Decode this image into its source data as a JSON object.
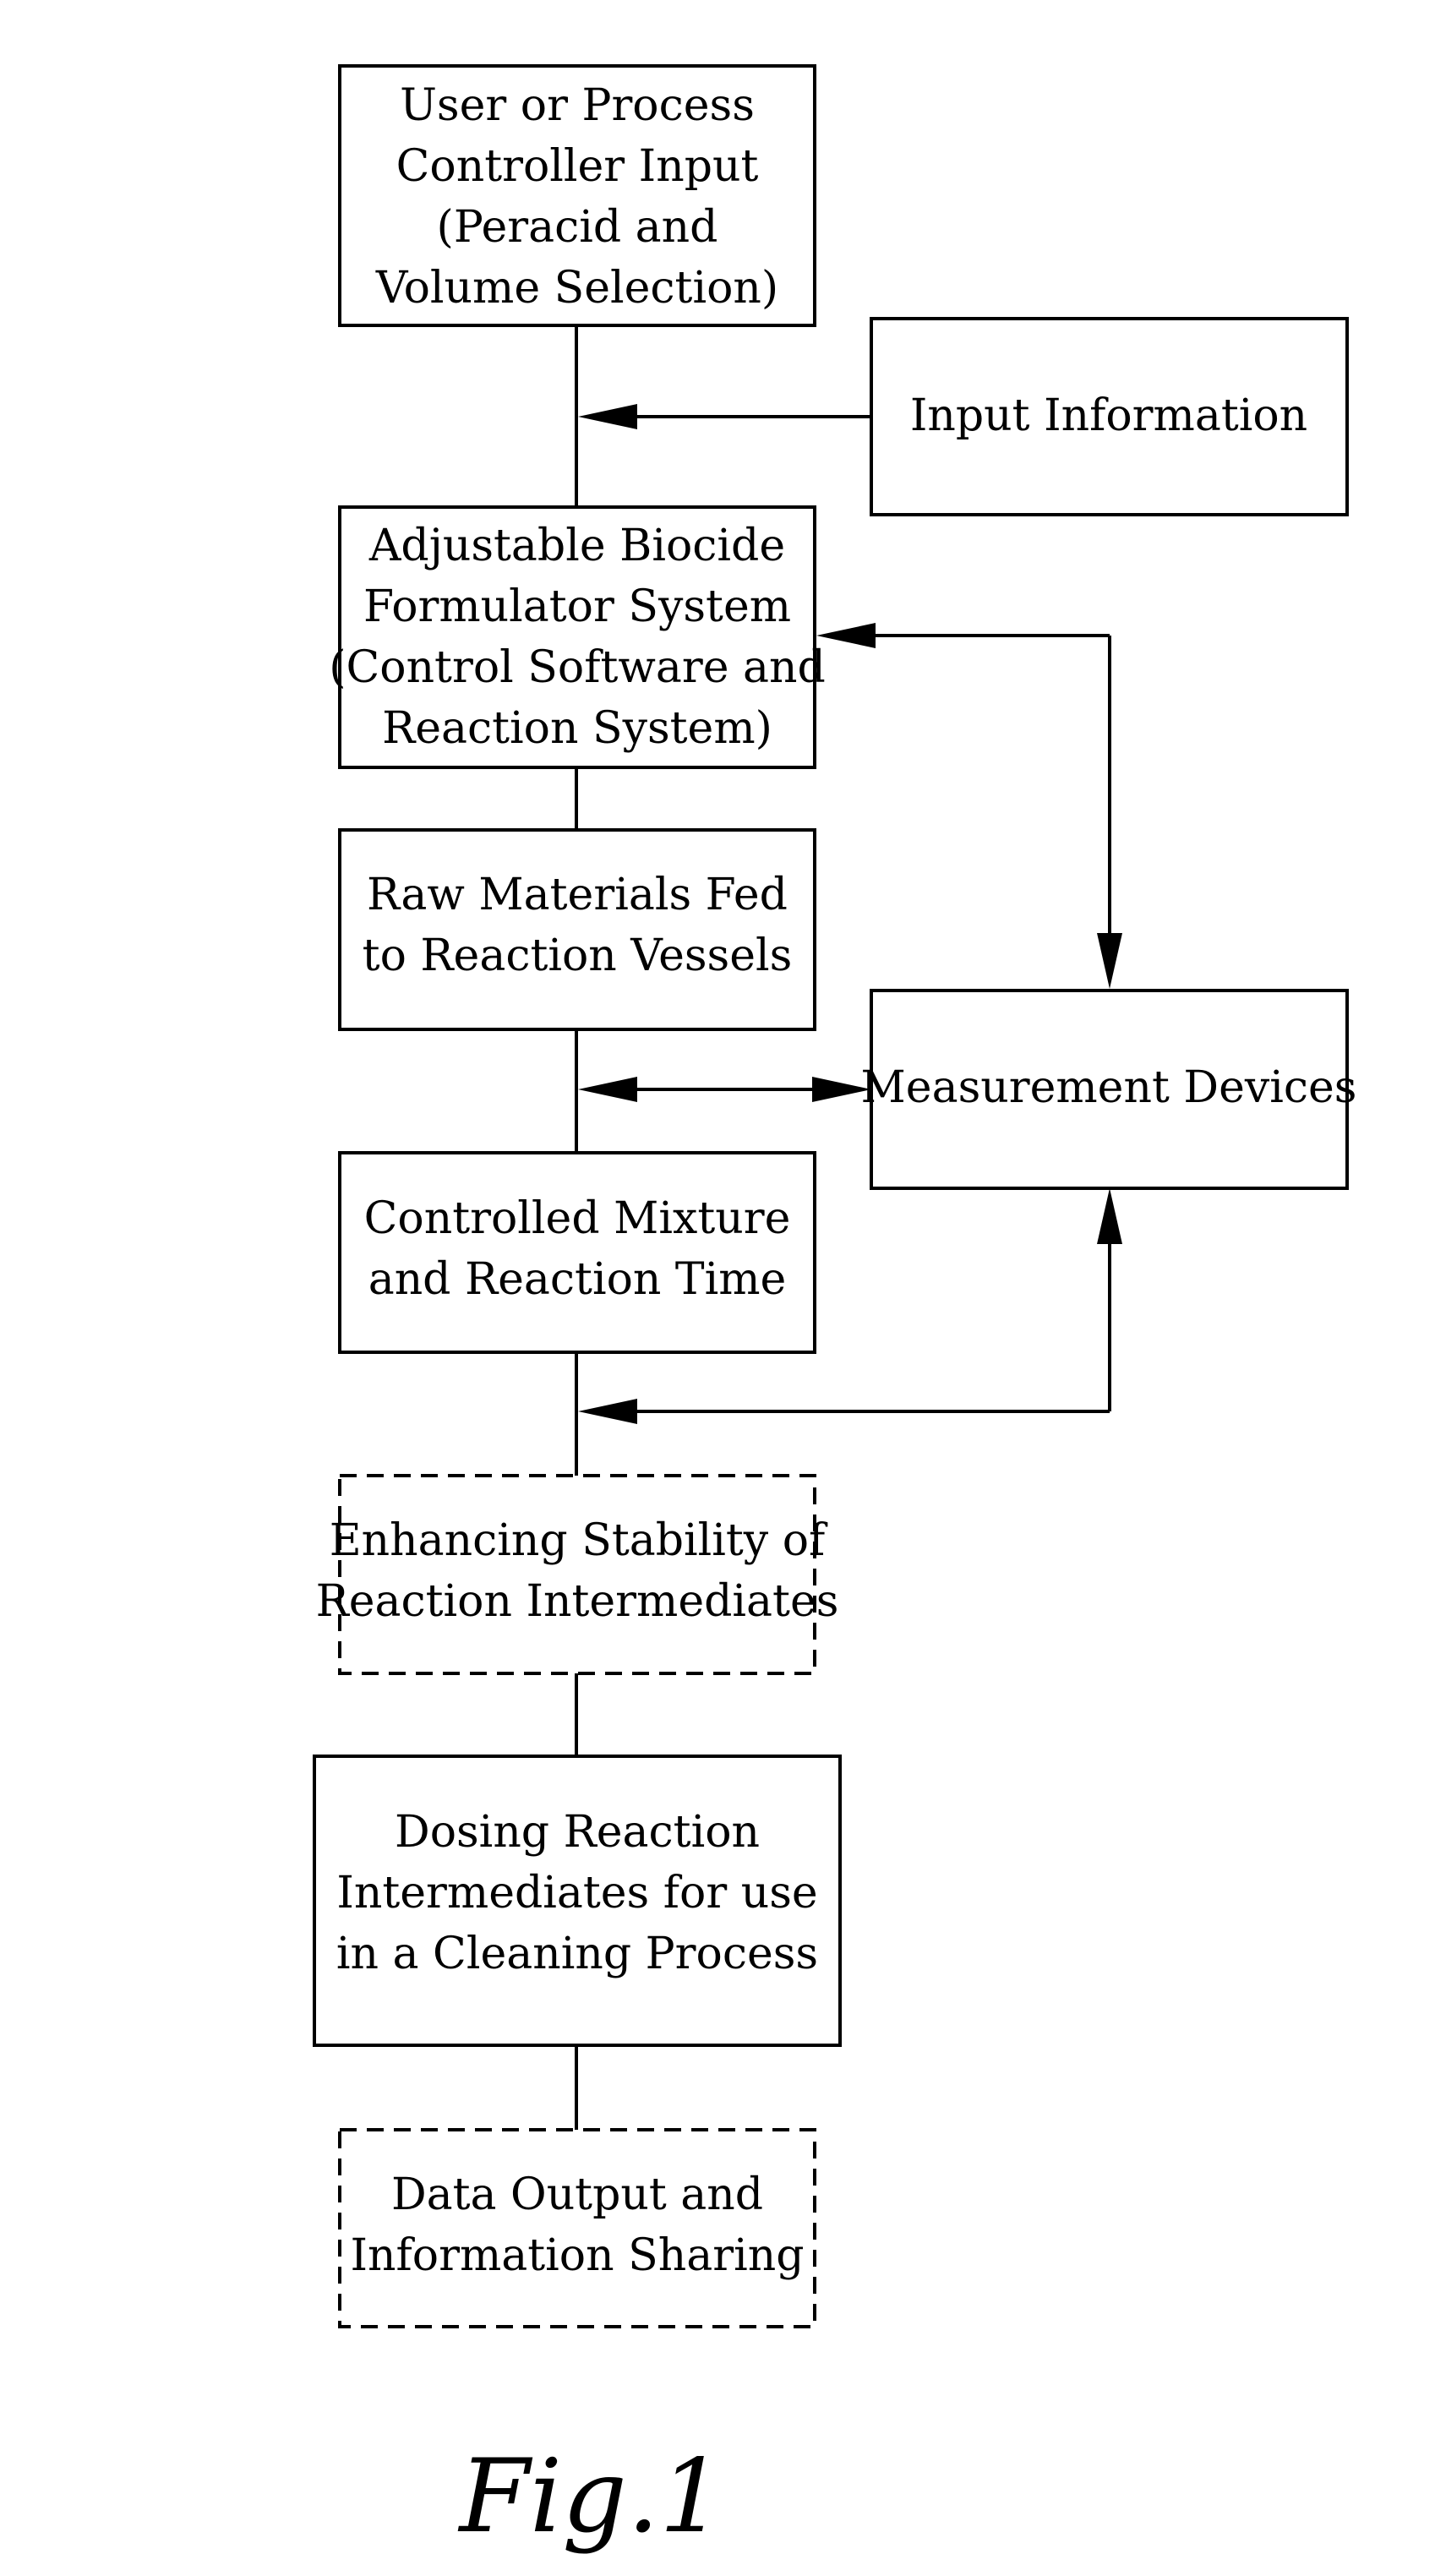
{
  "diagram": {
    "boxes": {
      "user_input": {
        "lines": [
          "User or Process",
          "Controller Input",
          "(Peracid and",
          "Volume Selection)"
        ],
        "style": "solid"
      },
      "input_information": {
        "lines": [
          "Input Information"
        ],
        "style": "solid"
      },
      "formulator_system": {
        "lines": [
          "Adjustable Biocide",
          "Formulator System",
          "(Control Software and",
          "Reaction System)"
        ],
        "style": "solid"
      },
      "raw_materials": {
        "lines": [
          "Raw Materials Fed",
          "to Reaction Vessels"
        ],
        "style": "solid"
      },
      "measurement_devices": {
        "lines": [
          "Measurement Devices"
        ],
        "style": "solid"
      },
      "controlled_mixture": {
        "lines": [
          "Controlled Mixture",
          "and Reaction Time"
        ],
        "style": "solid"
      },
      "enhancing_stability": {
        "lines": [
          "Enhancing Stability of",
          "Reaction Intermediates"
        ],
        "style": "dashed"
      },
      "dosing": {
        "lines": [
          "Dosing Reaction",
          "Intermediates for use",
          "in a Cleaning Process"
        ],
        "style": "solid"
      },
      "data_output": {
        "lines": [
          "Data Output and",
          "Information Sharing"
        ],
        "style": "dashed"
      }
    },
    "caption": "Fig.1"
  }
}
